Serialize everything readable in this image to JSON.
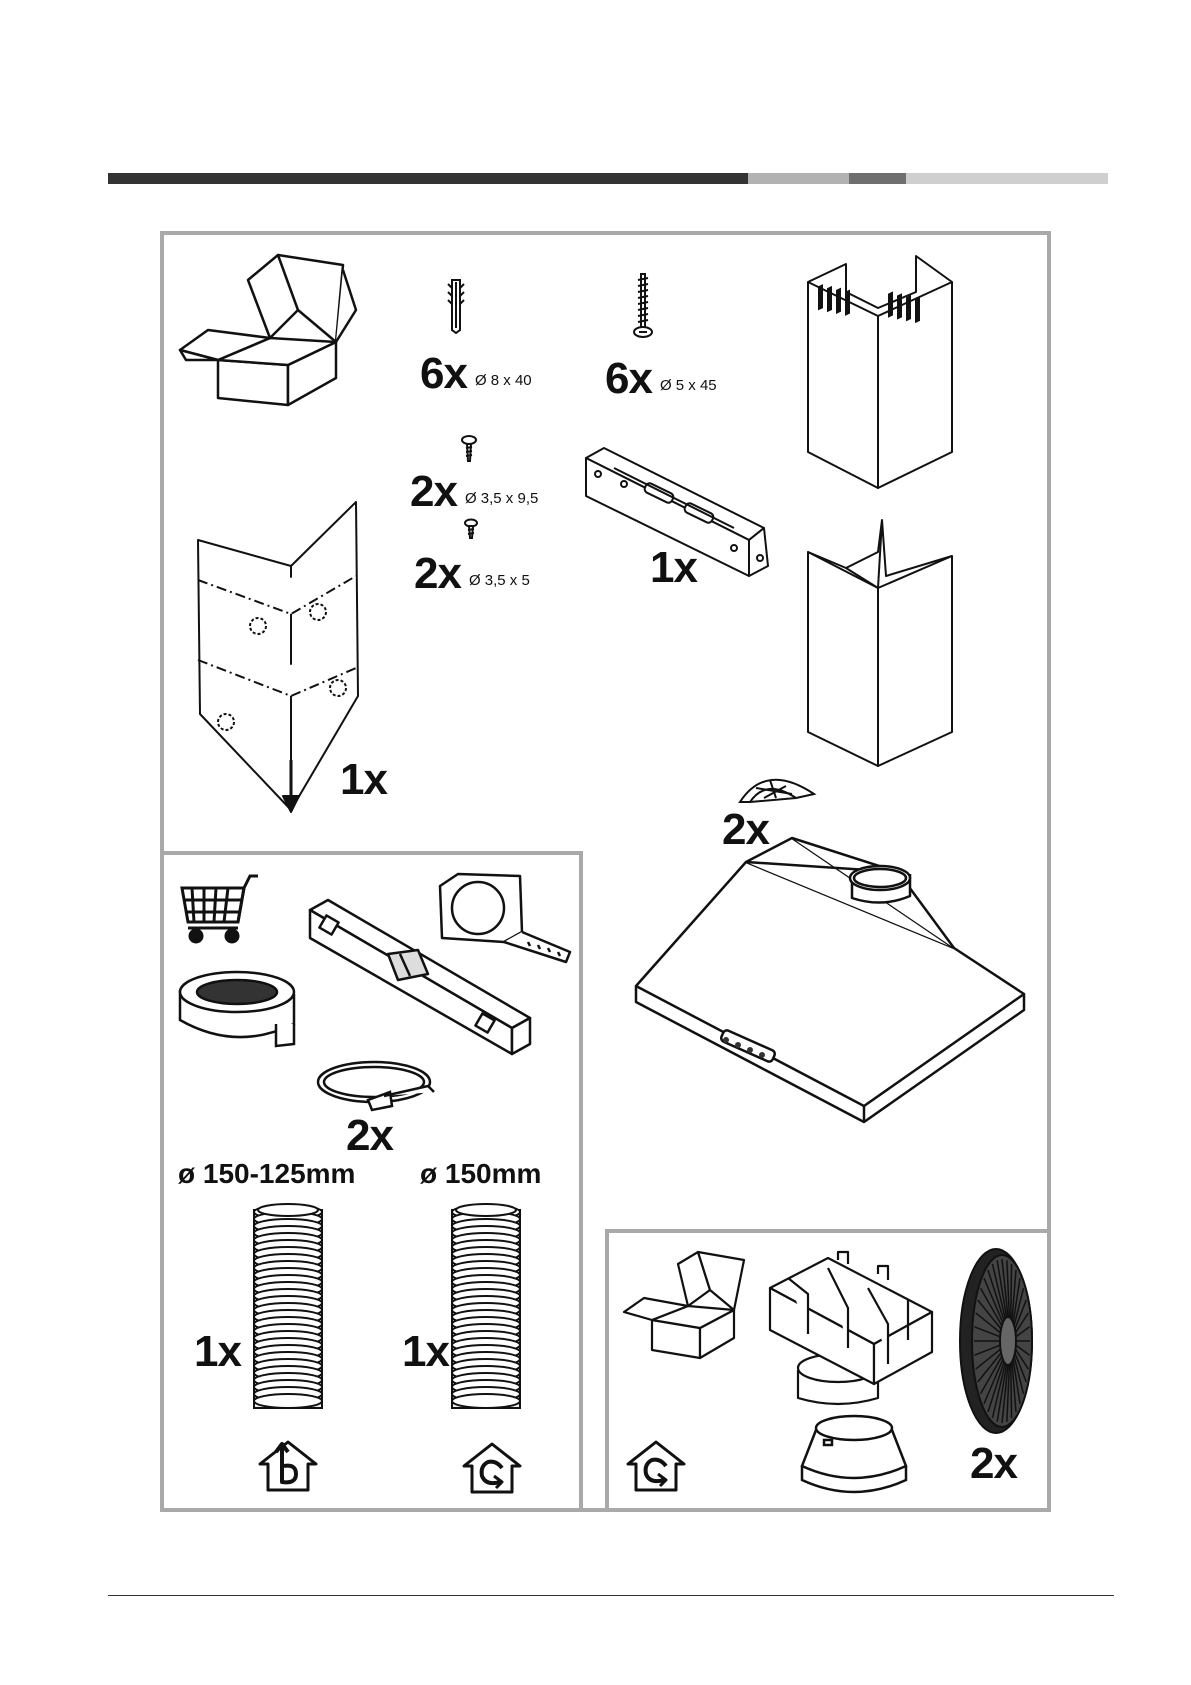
{
  "colors": {
    "bar_dark": "#333333",
    "bar_light": "#b2b2b2",
    "bar_mid": "#6f6f6f",
    "bar_pale": "#cfcfcf",
    "frame": "#a9a9a9",
    "ink": "#111111"
  },
  "items": {
    "wall_plug": {
      "qty": "6x",
      "dim": "Ø 8 x 40"
    },
    "screw_large": {
      "qty": "6x",
      "dim": "Ø 5 x 45"
    },
    "screw_small_a": {
      "qty": "2x",
      "dim": "Ø 3,5 x 9,5"
    },
    "screw_small_b": {
      "qty": "2x",
      "dim": "Ø 3,5 x 5"
    },
    "bracket": {
      "qty": "1x"
    },
    "template": {
      "qty": "1x"
    },
    "reducer_flange": {
      "qty": "2x"
    }
  },
  "tools": {
    "clamp": {
      "qty": "2x"
    },
    "duct_left": {
      "diameter": "ø 150-125mm",
      "qty": "1x"
    },
    "duct_right": {
      "diameter": "ø 150mm",
      "qty": "1x"
    }
  },
  "filters": {
    "charcoal_filter": {
      "qty": "2x"
    }
  },
  "icons": [
    "box-icon",
    "wall-plug-icon",
    "screw-icon",
    "bracket-icon",
    "chimney-upper-icon",
    "chimney-lower-icon",
    "template-sheet-icon",
    "flange-icon",
    "hood-icon",
    "shopping-cart-icon",
    "spirit-level-icon",
    "tape-measure-icon",
    "tape-roll-icon",
    "hose-clamp-icon",
    "flexible-duct-icon",
    "ducted-mode-house-icon",
    "recirculating-mode-house-icon",
    "deflector-icon",
    "adapter-ring-icon",
    "charcoal-filter-icon"
  ]
}
